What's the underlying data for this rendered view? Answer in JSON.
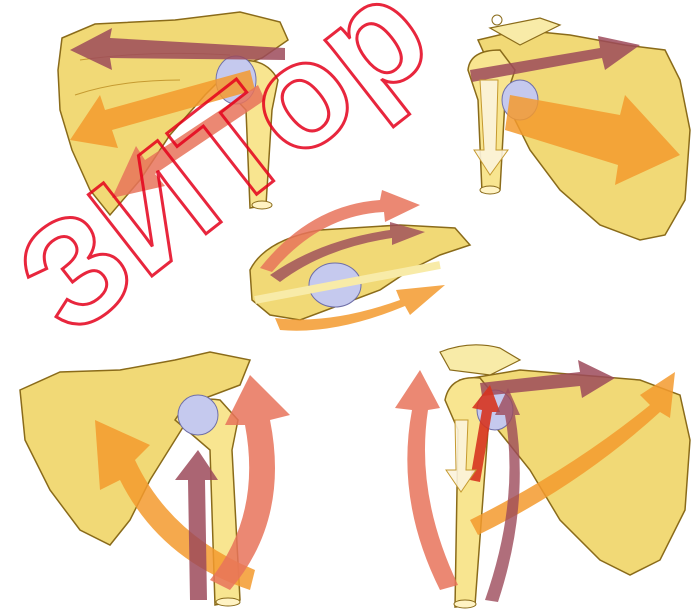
{
  "figure": {
    "panels": [
      {
        "id": "top-left",
        "view": "shoulder-anterior"
      },
      {
        "id": "top-right",
        "view": "shoulder-posterior"
      },
      {
        "id": "center",
        "view": "shoulder-superior"
      },
      {
        "id": "bottom-left",
        "view": "shoulder-anterior-rotation"
      },
      {
        "id": "bottom-right",
        "view": "shoulder-posterior-rotation"
      }
    ],
    "colors": {
      "bone": "#f1d976",
      "bone_light": "#f8eba8",
      "bone_outline": "#8a6b1a",
      "cartilage": "#c5c9ee",
      "arrow_orange": "#f39a2e",
      "arrow_salmon": "#e8735a",
      "arrow_maroon": "#9c4a5a",
      "arrow_red": "#d6341f",
      "arrow_white": "#fbf3dc",
      "watermark": "#e4001b"
    }
  },
  "watermark": {
    "text": "ЗИТор"
  }
}
